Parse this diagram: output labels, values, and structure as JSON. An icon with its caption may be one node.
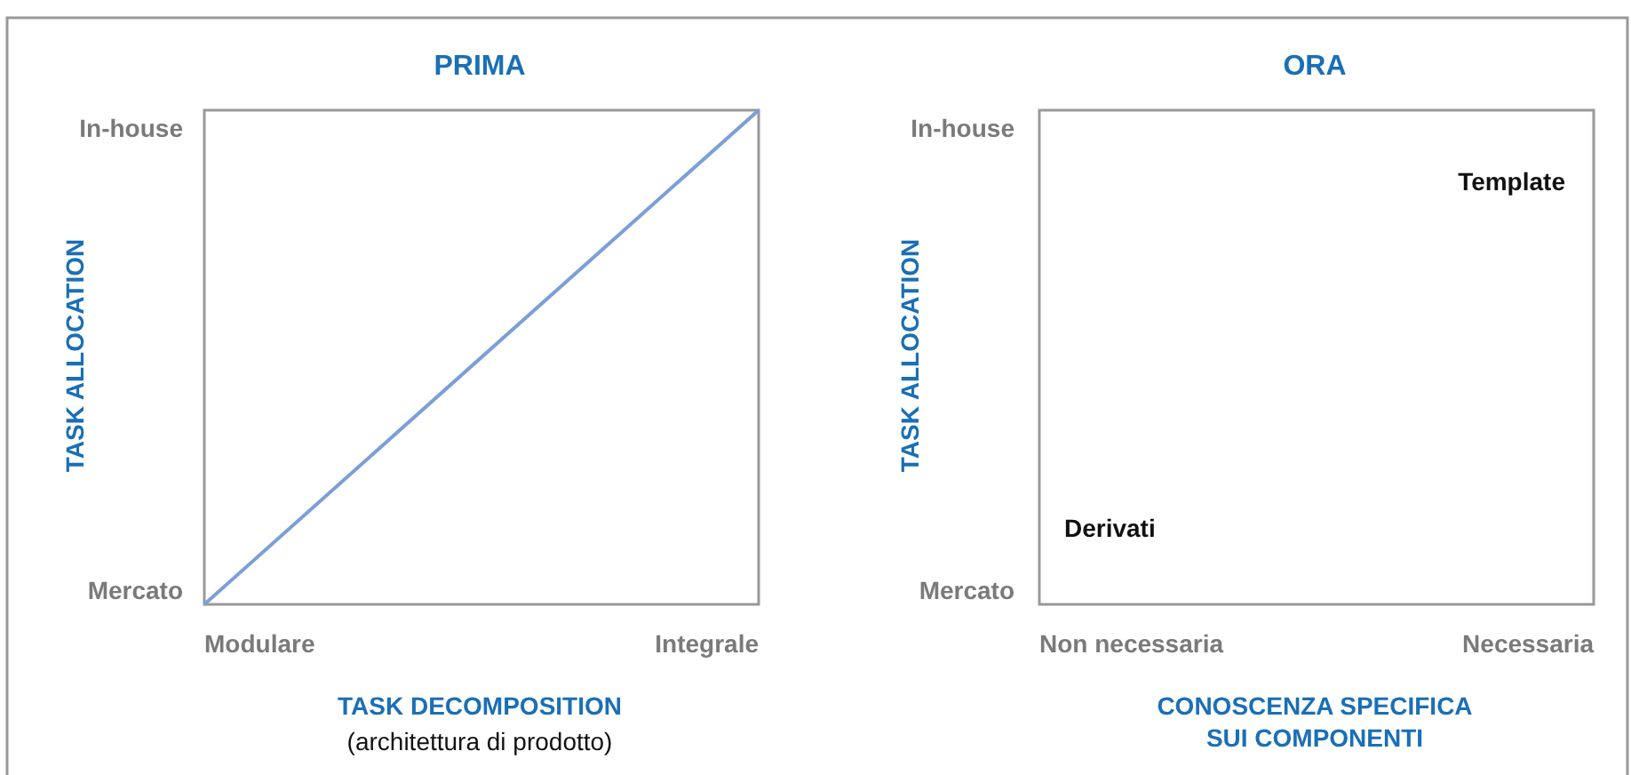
{
  "diagram": {
    "labels": [
      "PRIMA",
      "ORA",
      "In-house",
      "TASK ALLOCATION",
      "Mercato",
      "Modulare",
      "Integrale",
      "TASK DECOMPOSITION",
      "(architettura di prodotto)",
      "In-house",
      "Template",
      "TASK ALLOCATION",
      "Derivati",
      "Mercato",
      "Non necessaria",
      "Necessaria",
      "CONOSCENZA SPECIFICA SUI COMPONENTI"
    ]
  }
}
